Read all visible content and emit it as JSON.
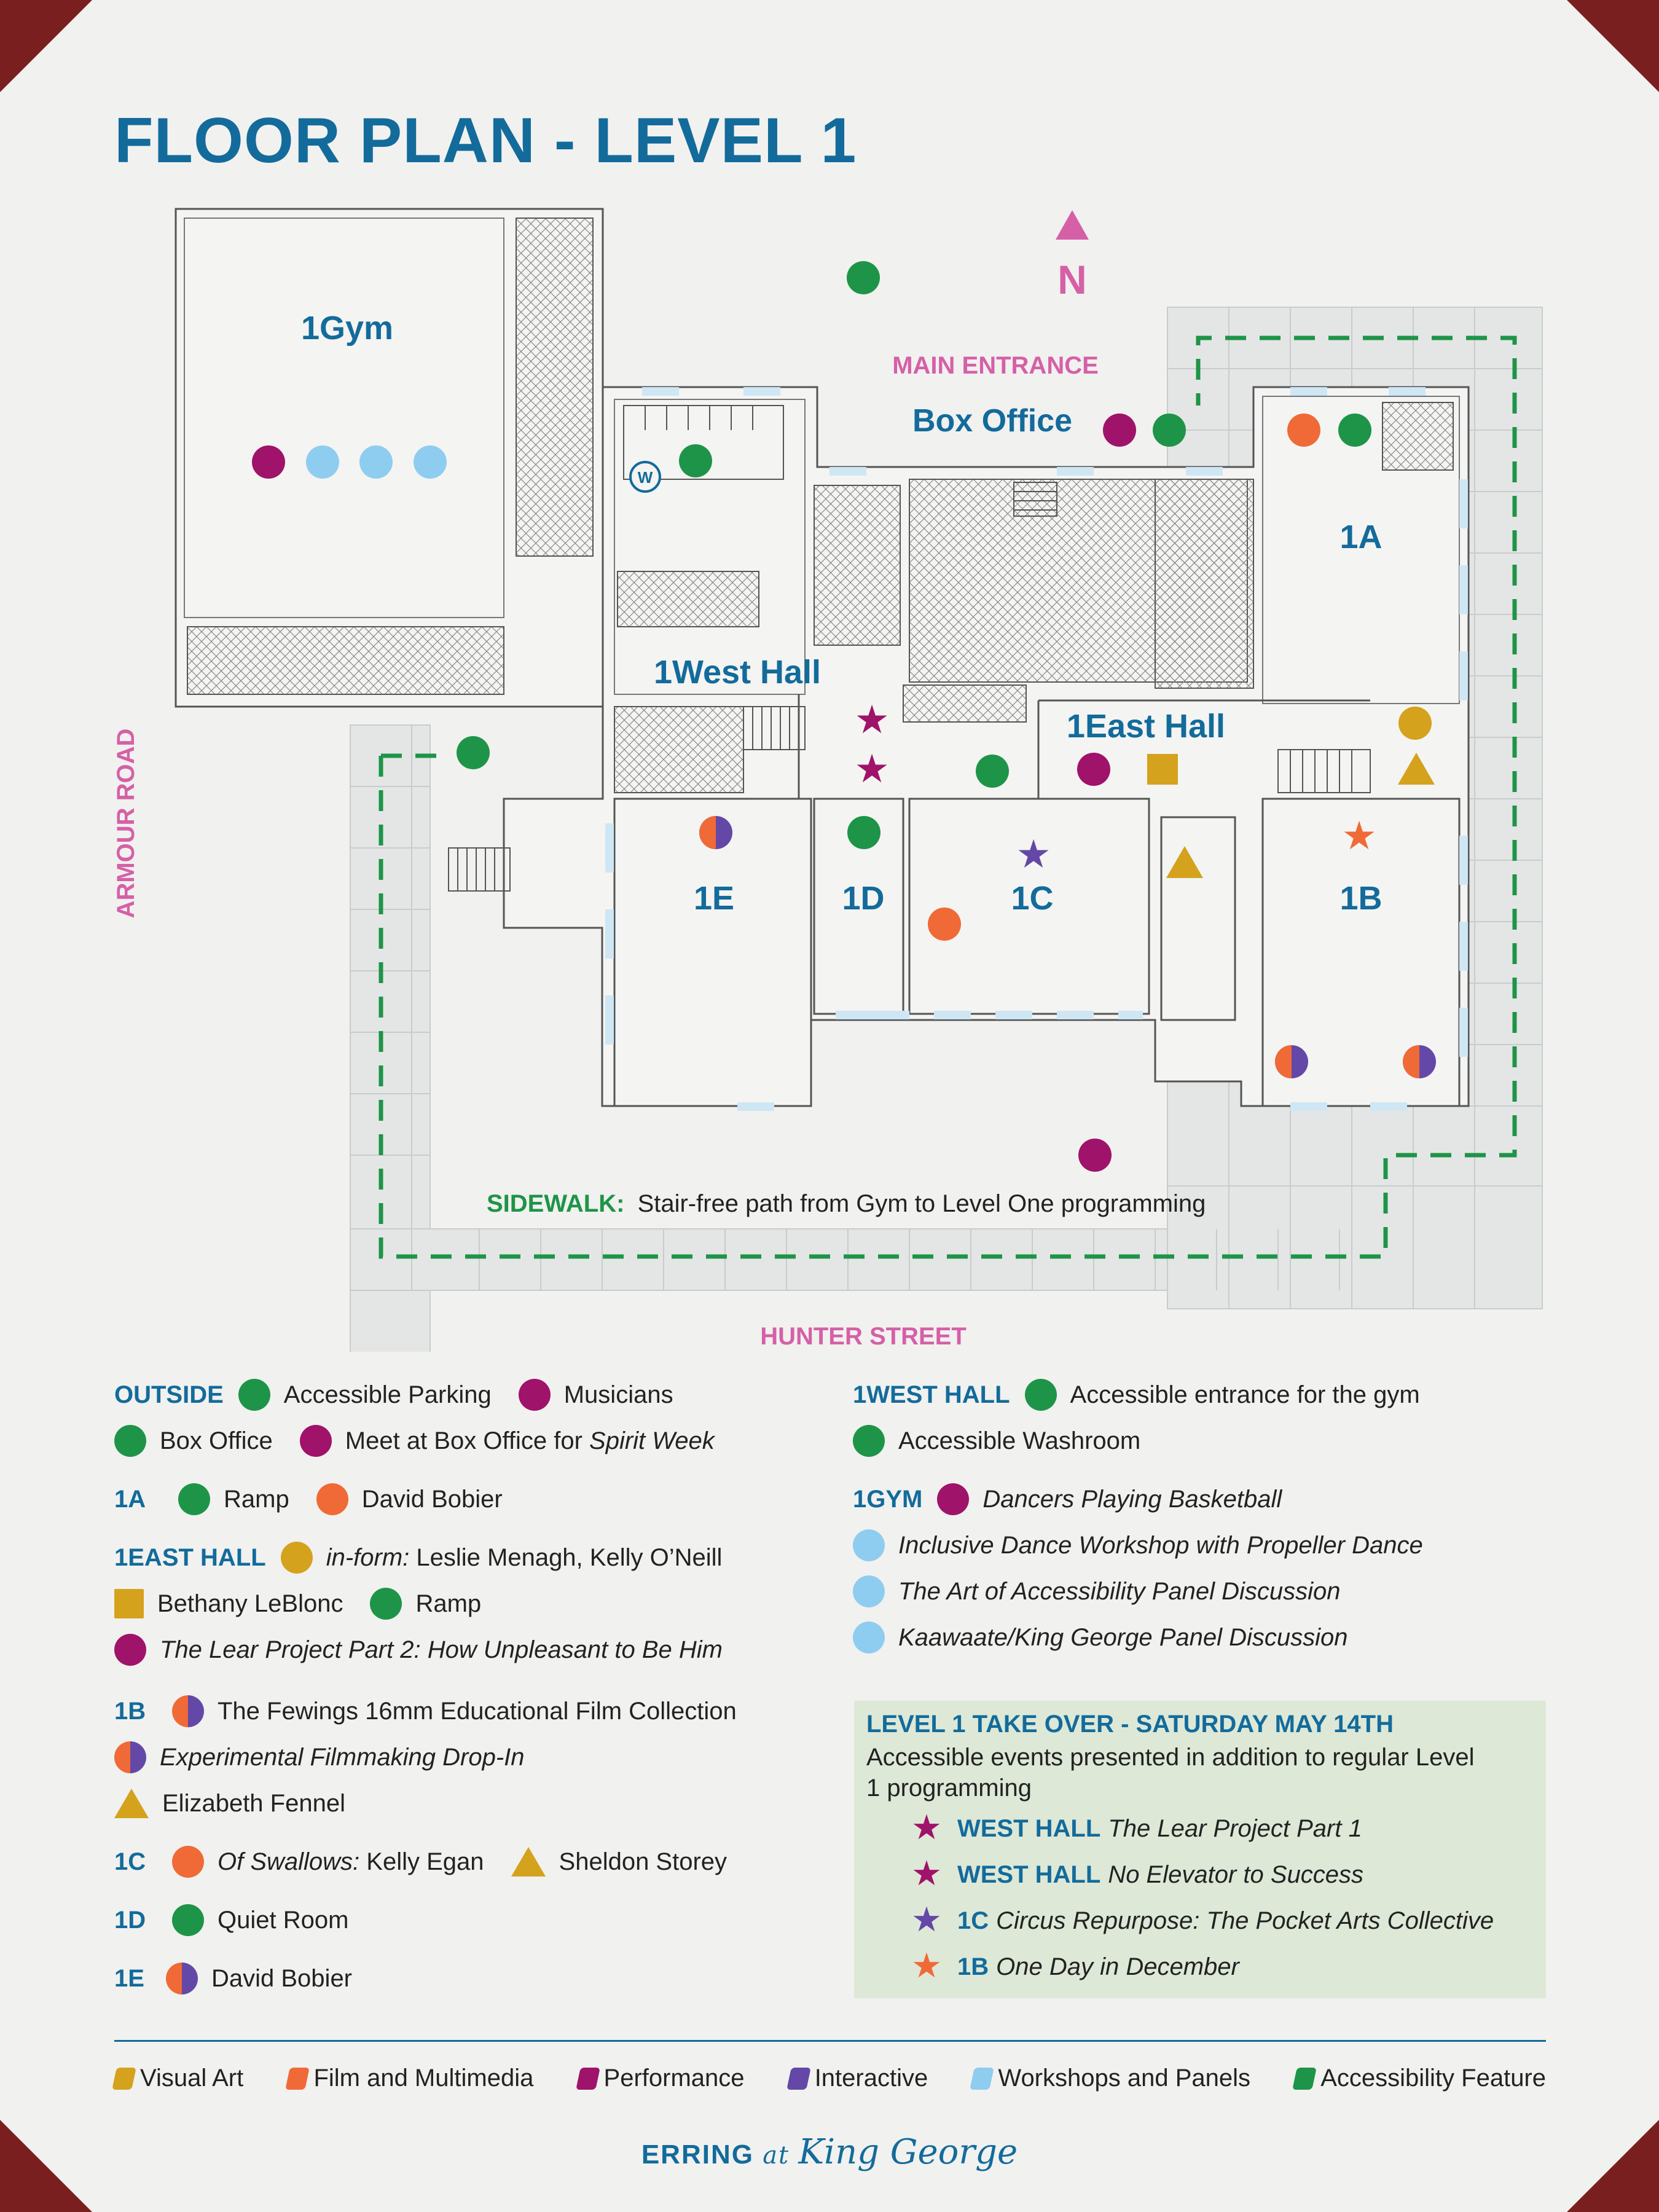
{
  "title": "FLOOR PLAN - LEVEL 1",
  "compass": "N",
  "map_labels": {
    "main_entrance": "MAIN ENTRANCE",
    "box_office": "Box Office",
    "armour_road": "ARMOUR ROAD",
    "hunter_street": "HUNTER STREET",
    "sidewalk_bold": "SIDEWALK:",
    "sidewalk_text": "Stair-free path from Gym to Level One programming",
    "washroom_icon_letter": "W",
    "rooms": {
      "gym": "1Gym",
      "west_hall": "1West Hall",
      "east_hall": "1East Hall",
      "r1a": "1A",
      "r1b": "1B",
      "r1c": "1C",
      "r1d": "1D",
      "r1e": "1E"
    }
  },
  "legend": {
    "outside": {
      "heading": "OUTSIDE",
      "items": [
        "Accessible Parking",
        "Musicians",
        "Box Office",
        "Meet at Box Office for "
      ],
      "italic": "Spirit Week"
    },
    "r1a": {
      "heading": "1A",
      "items": [
        "Ramp",
        "David Bobier"
      ]
    },
    "east_hall": {
      "heading": "1EAST HALL",
      "inform_italic": "in-form:",
      "inform_names": " Leslie Menagh, Kelly O’Neill",
      "items": [
        "Bethany LeBlonc",
        "Ramp"
      ],
      "lear_italic": "The Lear Project Part 2: How Unpleasant to Be Him"
    },
    "r1b": {
      "heading": "1B",
      "items": [
        "The Fewings 16mm Educational Film Collection",
        "Elizabeth Fennel"
      ],
      "italic": "Experimental Filmmaking Drop-In"
    },
    "r1c": {
      "heading": "1C",
      "swallows_italic": "Of Swallows:",
      "swallows_name": " Kelly Egan",
      "items": [
        "Sheldon Storey"
      ]
    },
    "r1d": {
      "heading": "1D",
      "items": [
        "Quiet Room"
      ]
    },
    "r1e": {
      "heading": "1E",
      "items": [
        "David Bobier"
      ]
    },
    "west_hall": {
      "heading": "1WEST HALL",
      "items": [
        "Accessible entrance for the gym",
        "Accessible Washroom"
      ]
    },
    "gym": {
      "heading": "1GYM",
      "italic_items": [
        "Dancers Playing Basketball",
        "Inclusive Dance Workshop with Propeller Dance",
        "The Art of Accessibility Panel Discussion",
        "Kaawaate/King George Panel Discussion"
      ]
    },
    "takeover": {
      "heading": "LEVEL 1 TAKE OVER - SATURDAY MAY 14TH",
      "description": "Accessible events presented in addition to regular Level 1 programming",
      "events": [
        {
          "place": "WEST HALL",
          "title": "The Lear Project Part 1"
        },
        {
          "place": "WEST HALL",
          "title": "No Elevator to Success"
        },
        {
          "place": "1C",
          "title": "Circus Repurpose: The Pocket Arts Collective"
        },
        {
          "place": "1B",
          "title": "One Day in December"
        }
      ]
    },
    "categories": [
      "Visual Art",
      "Film and Multimedia",
      "Performance",
      "Interactive",
      "Workshops and Panels",
      "Accessibility Feature"
    ]
  },
  "colors": {
    "brand_blue": "#136b9c",
    "pink": "#d660a8",
    "green": "#1e9448",
    "plum": "#a0136a",
    "orange": "#ef6a36",
    "mustard": "#d4a21c",
    "sky": "#8ecdf0",
    "purple": "#6448a8"
  },
  "brand": {
    "word": "ERRING",
    "at": "at",
    "script": "King George"
  }
}
